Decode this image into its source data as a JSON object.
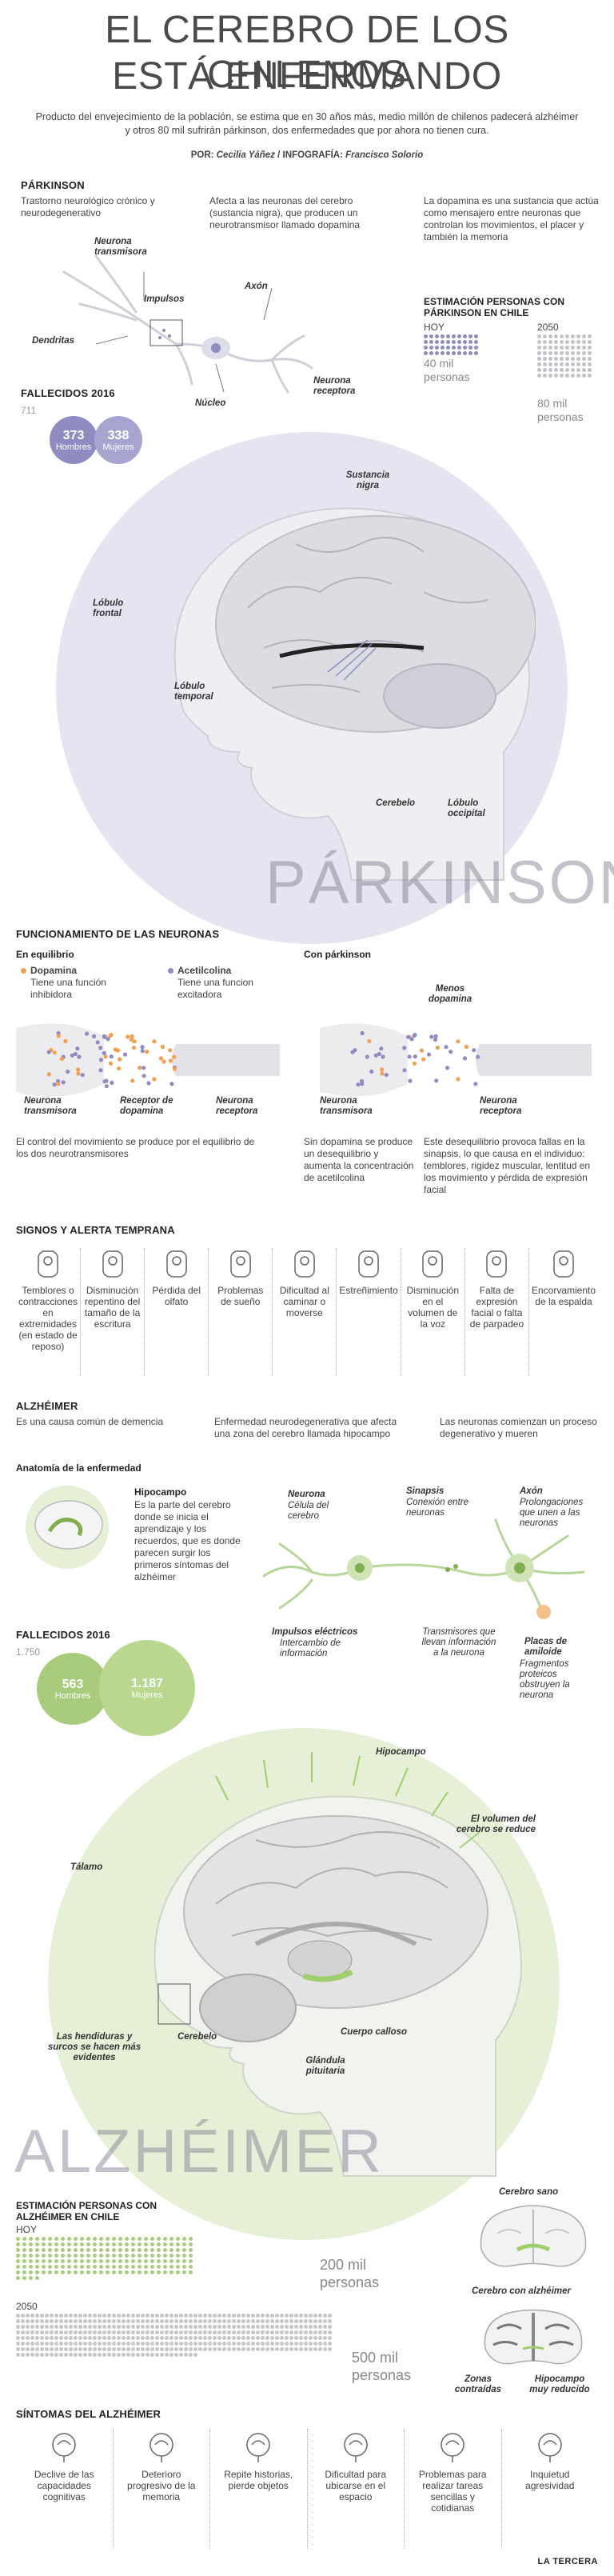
{
  "header": {
    "title_line1": "EL CEREBRO DE LOS CHILENOS",
    "title_line2": "ESTÁ ENFERMANDO",
    "intro": "Producto del envejecimiento de la población, se estima que en 30 años más, medio millón de chilenos padecerá alzhéimer y otros 80 mil sufrirán párkinson, dos enfermedades que por ahora no tienen cura.",
    "byline_prefix": "POR: ",
    "byline_author": "Cecilia Yáñez",
    "byline_mid": " / INFOGRAFÍA: ",
    "byline_designer": "Francisco Solorio"
  },
  "parkinson": {
    "heading": "PÁRKINSON",
    "desc1": "Trastorno neurológico crónico y neurodegenerativo",
    "desc2": "Afecta a las neuronas del cerebro (sustancia nigra), que producen un neurotransmisor llamado dopamina",
    "desc3": "La dopamina es una sustancia que actúa como mensajero entre neuronas que controlan los movimientos, el placer y también la memoria",
    "neuron_labels": {
      "transmisora": "Neurona transmisora",
      "impulsos": "Impulsos",
      "axon": "Axón",
      "dendritas": "Dendritas",
      "nucleo": "Núcleo",
      "receptora": "Neurona receptora"
    },
    "estimate_title": "ESTIMACIÓN PERSONAS CON PÁRKINSON EN CHILE",
    "today_label": "HOY",
    "today_value": "40 mil personas",
    "future_label": "2050",
    "future_value": "80 mil personas",
    "deaths_title": "FALLECIDOS 2016",
    "deaths_total": "711",
    "deaths_men": "373",
    "deaths_men_label": "Hombres",
    "deaths_women": "338",
    "deaths_women_label": "Mujeres",
    "brain_labels": {
      "sustancia": "Sustancia nigra",
      "frontal": "Lóbulo frontal",
      "temporal": "Lóbulo temporal",
      "cerebelo": "Cerebelo",
      "occipital": "Lóbulo occipital"
    },
    "big_word": "PÁRKINSON",
    "colors": {
      "accent": "#8e8cc0",
      "light": "#e6e4f1",
      "orange": "#f0a050"
    }
  },
  "neuron_function": {
    "heading": "FUNCIONAMIENTO DE LAS NEURONAS",
    "balance_title": "En equilibrio",
    "dopamina_label": "Dopamina",
    "dopamina_desc": "Tiene una función inhibidora",
    "acetil_label": "Acetilcolina",
    "acetil_desc": "Tiene una funcion excitadora",
    "parkinson_title": "Con párkinson",
    "menos_dopamina": "Menos dopamina",
    "transmisora": "Neurona transmisora",
    "receptor_dopamina": "Receptor de dopamina",
    "receptora": "Neurona receptora",
    "transmisora2": "Neurona transmisora",
    "receptora2": "Neurona receptora",
    "note1": "El control del movimiento se produce por el equilibrio de los dos neurotransmisores",
    "note2": "Sin dopamina se produce un desequilibrio y aumenta la concentración de acetilcolina",
    "note3": "Este desequilibrio provoca fallas en la sinapsis, lo que causa en el individuo: temblores, rigidez muscular, lentitud en los movimiento y pérdida de expresión facial"
  },
  "signs": {
    "heading": "SIGNOS Y ALERTA TEMPRANA",
    "items": [
      "Temblores o contracciones en extremidades (en estado de reposo)",
      "Disminución repentino del tamaño de la escritura",
      "Pérdida del olfato",
      "Problemas de sueño",
      "Dificultad al caminar o moverse",
      "Estreñimiento",
      "Disminución en el volumen de la voz",
      "Falta de expresión facial o falta de parpadeo",
      "Encorvamiento de la espalda"
    ]
  },
  "alzheimer": {
    "heading": "ALZHÉIMER",
    "desc1": "Es una causa común de demencia",
    "desc2": "Enfermedad neurodegenerativa que afecta una zona del cerebro llamada hipocampo",
    "desc3": "Las neuronas comienzan un proceso degenerativo y mueren",
    "anatomy_title": "Anatomía de la enfermedad",
    "hipocampo_title": "Hipocampo",
    "hipocampo_desc": "Es la parte del cerebro donde se inicia el aprendizaje y los recuerdos, que es donde parecen surgir los primeros síntomas del alzhéimer",
    "neuron_title": "Neurona",
    "neuron_desc": "Célula del cerebro",
    "sinapsis_title": "Sinapsis",
    "sinapsis_desc": "Conexión entre neuronas",
    "axon_title": "Axón",
    "axon_desc": "Prolongaciones que unen a las neuronas",
    "impulsos_title": "Impulsos eléctricos",
    "impulsos_desc": "Intercambio de información",
    "transmisores_desc": "Transmisores que llevan información a la neurona",
    "placas_title": "Placas de amiloide",
    "placas_desc": "Fragmentos proteicos obstruyen la neurona",
    "deaths_title": "FALLECIDOS 2016",
    "deaths_total": "1.750",
    "deaths_men": "563",
    "deaths_men_label": "Hombres",
    "deaths_women": "1.187",
    "deaths_women_label": "Mujeres",
    "brain_labels": {
      "hipocampo": "Hipocampo",
      "volumen": "El volumen del cerebro se reduce",
      "talamo": "Tálamo",
      "hendiduras": "Las hendiduras y surcos se hacen más evidentes",
      "cerebelo": "Cerebelo",
      "cuerpo": "Cuerpo calloso",
      "glandula": "Glándula pituitaria"
    },
    "big_word": "ALZHÉIMER",
    "estimate_title": "ESTIMACIÓN PERSONAS CON ALZHÉIMER EN CHILE",
    "today_label": "HOY",
    "today_value": "200 mil personas",
    "future_label": "2050",
    "future_value": "500 mil personas",
    "healthy_label": "Cerebro sano",
    "sick_label": "Cerebro con alzhéimer",
    "zonas_label": "Zonas contraídas",
    "hipo_reducido": "Hipocampo muy reducido",
    "colors": {
      "accent": "#a8cc7c",
      "light": "#e5f0d6",
      "dark": "#7fae4e"
    }
  },
  "symptoms": {
    "heading": "SÍNTOMAS DEL ALZHÉIMER",
    "items": [
      "Declive de las capacidades cognitivas",
      "Deterioro progresivo de la memoria",
      "Repite historias, pierde objetos",
      "Dificultad para ubicarse en el espacio",
      "Problemas para realizar tareas sencillas y cotidianas",
      "Inquietud agresividad"
    ]
  },
  "footer": {
    "brand": "LA TERCERA"
  }
}
